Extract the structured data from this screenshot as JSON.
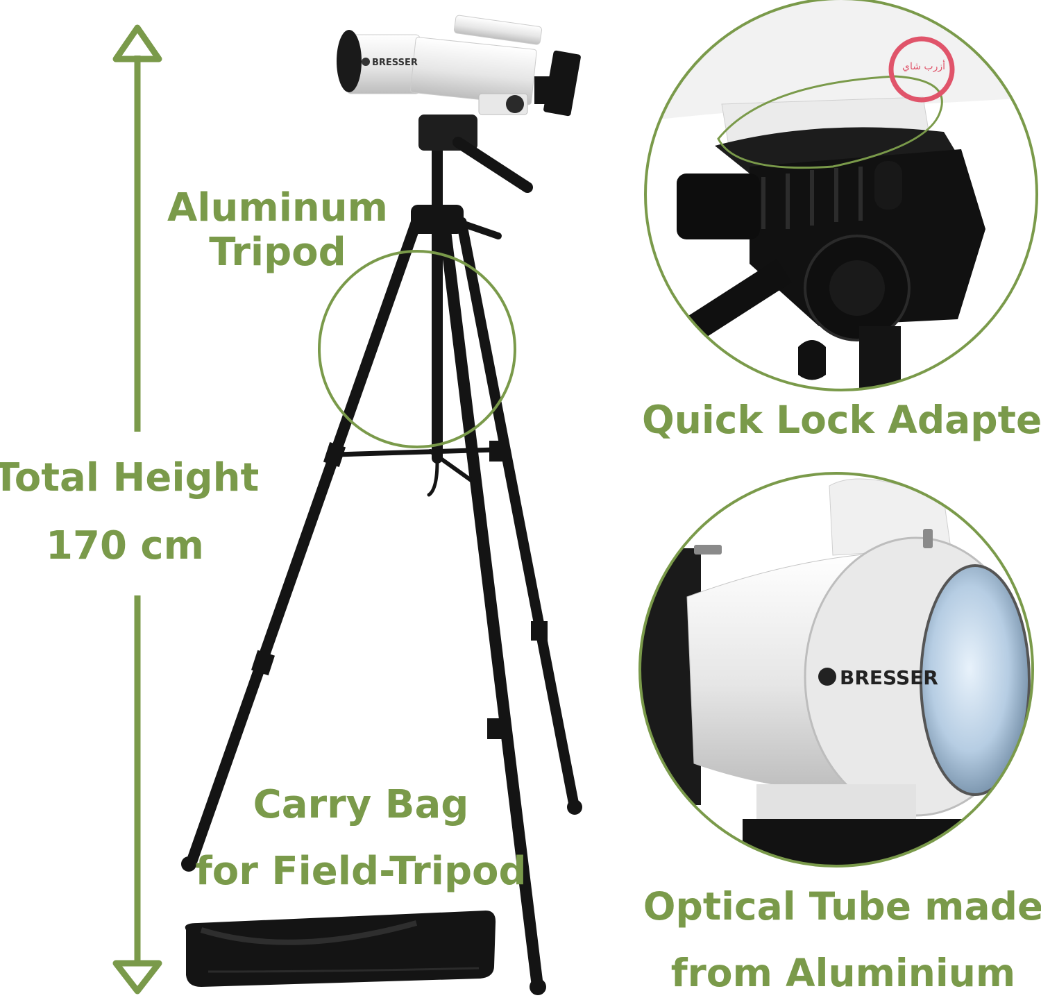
{
  "brand": {
    "logo_text": "BRESSER"
  },
  "labels": {
    "tripod": [
      "Aluminum",
      "Tripod"
    ],
    "total_height": [
      "Total Height",
      "170 cm"
    ],
    "carry_bag": [
      "Carry Bag",
      "for Field-Tripod"
    ],
    "quick_lock": "Quick Lock Adapter",
    "optical_tube": [
      "Optical Tube made",
      "from Aluminium"
    ]
  },
  "watermark": {
    "text": "أزرب شاي"
  },
  "colors": {
    "accent_green": "#7a9a4a",
    "tripod_black": "#141414",
    "tube_white": "#eeeeee",
    "watermark_red": "#e0546a"
  }
}
